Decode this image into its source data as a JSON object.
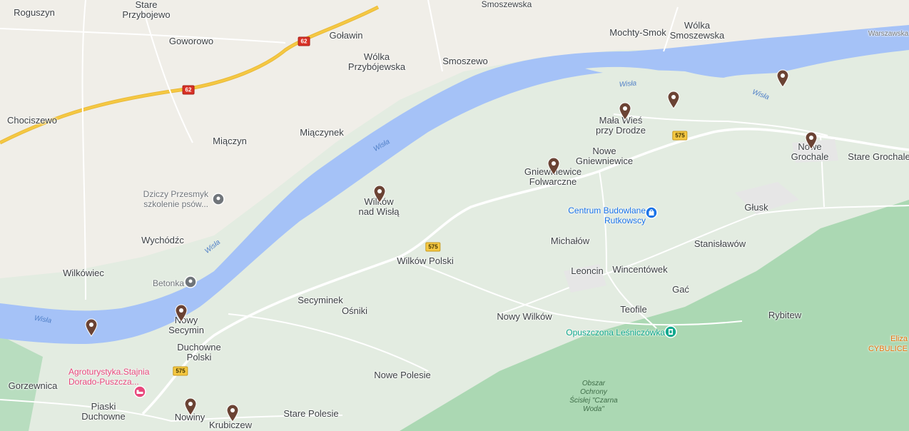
{
  "colors": {
    "land": "#e3ece1",
    "farmland": "#f0eee8",
    "water": "#a5c2f7",
    "forest": "#abd8b3",
    "marker": "#6b4334",
    "road_major": "#f5c842",
    "road_minor": "#ffffff",
    "poi_gray": "#70757a",
    "poi_blue": "#1a73e8",
    "poi_teal": "#12a88e",
    "poi_pink": "#e8477c",
    "poi_orange": "#e8710a"
  },
  "place_labels": [
    {
      "text": "Roguszyn"
    },
    {
      "text": "Stare\nPrzybojewo"
    },
    {
      "text": "Goworowo"
    },
    {
      "text": "Goławin"
    },
    {
      "text": "Wólka\nPrzybójewska"
    },
    {
      "text": "Smoszewo"
    },
    {
      "text": "Mochty-Smok"
    },
    {
      "text": "Wólka\nSmoszewska"
    },
    {
      "text": "Chociszewo"
    },
    {
      "text": "Miączyn"
    },
    {
      "text": "Miączynek"
    },
    {
      "text": "Mała Wieś\nprzy Drodze"
    },
    {
      "text": "Nowe\nGniewniewice"
    },
    {
      "text": "Gniewniewice\nFolwarczne"
    },
    {
      "text": "Nowe\nGrochale"
    },
    {
      "text": "Stare Grochale"
    },
    {
      "text": "Wilków\nnad Wisłą"
    },
    {
      "text": "Głusk"
    },
    {
      "text": "Wychódźc"
    },
    {
      "text": "Michałów"
    },
    {
      "text": "Stanisławów"
    },
    {
      "text": "Wilków Polski"
    },
    {
      "text": "Leoncin"
    },
    {
      "text": "Wincentówek"
    },
    {
      "text": "Wilkówiec"
    },
    {
      "text": "Gać"
    },
    {
      "text": "Secyminek"
    },
    {
      "text": "Ośniki"
    },
    {
      "text": "Nowy\nSecymin"
    },
    {
      "text": "Nowy Wilków"
    },
    {
      "text": "Teofile"
    },
    {
      "text": "Rybitew"
    },
    {
      "text": "Duchowne\nPolski"
    },
    {
      "text": "Gorzewnica"
    },
    {
      "text": "Nowe Polesie"
    },
    {
      "text": "Piaski\nDuchowne"
    },
    {
      "text": "Nowiny"
    },
    {
      "text": "Stare Polesie"
    },
    {
      "text": "Krubiczew"
    }
  ],
  "top_cut_labels": [
    "Smoszewska",
    "Warszawska"
  ],
  "water_labels": [
    "Wisła",
    "Wisła",
    "Wisła",
    "Wisła"
  ],
  "road_shields": [
    "62",
    "62",
    "575",
    "575",
    "575"
  ],
  "pois": [
    {
      "label": "Dziczy Przesmyk\nszkolenie psów...",
      "icon": "pin-icon"
    },
    {
      "label": "Centrum Budowlane\nRutkowscy",
      "icon": "shopping-bag-icon"
    },
    {
      "label": "Betonka",
      "icon": "pin-icon"
    },
    {
      "label": "Opuszczona Leśniczówka",
      "icon": "landmark-icon"
    },
    {
      "label": "Agroturystyka.Stajnia\nDorado-Puszcza...",
      "icon": "bed-icon"
    },
    {
      "label": "Eliza\nCYBULICE",
      "icon": ""
    }
  ],
  "reserve_label": "Obszar\nOchrony\nŚcisłej \"Czarna\nWoda\""
}
